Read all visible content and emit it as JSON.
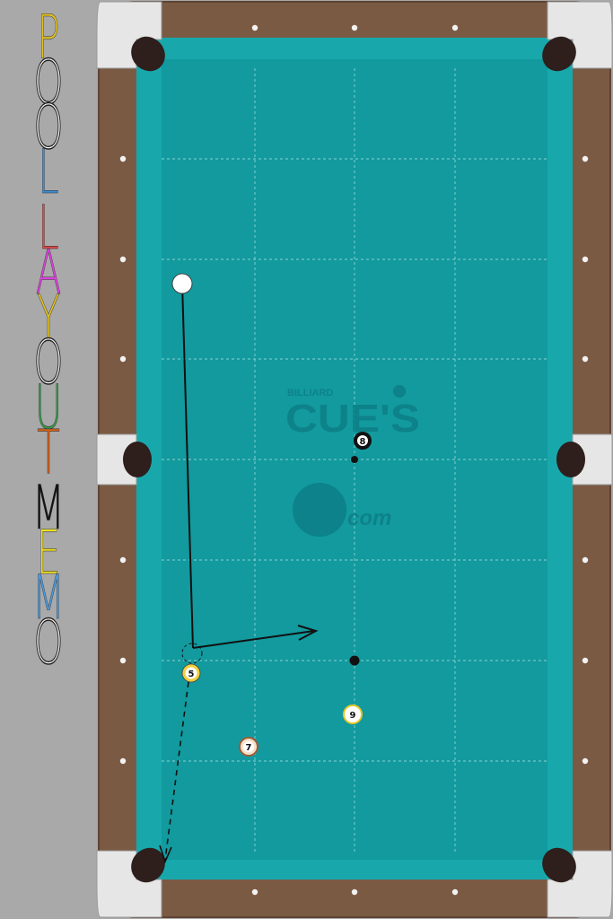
{
  "title": {
    "text": "POOLLAYOUTMEMO",
    "letters": [
      {
        "ch": "P",
        "color": "#e0c020"
      },
      {
        "ch": "O",
        "color": "#ffffff"
      },
      {
        "ch": "O",
        "color": "#ffffff"
      },
      {
        "ch": "L",
        "color": "#3a8fd8"
      },
      {
        "ch": "L",
        "color": "#e04848"
      },
      {
        "ch": "A",
        "color": "#e040e0"
      },
      {
        "ch": "Y",
        "color": "#e0c020"
      },
      {
        "ch": "O",
        "color": "#ffffff"
      },
      {
        "ch": "U",
        "color": "#3a9a4a"
      },
      {
        "ch": "T",
        "color": "#d0601a"
      },
      {
        "ch": "M",
        "color": "#111111"
      },
      {
        "ch": "E",
        "color": "#f0e020"
      },
      {
        "ch": "M",
        "color": "#4a9ae0"
      },
      {
        "ch": "O",
        "color": "#ffffff"
      }
    ]
  },
  "logo": {
    "small": "BILLIARD",
    "big": "CUE'S",
    "suffix": "com"
  },
  "balls": [
    {
      "id": "cue",
      "label": "",
      "kind": "cue"
    },
    {
      "id": "8",
      "label": "8",
      "kind": "eight"
    },
    {
      "id": "5",
      "label": "5",
      "kind": "object"
    },
    {
      "id": "9",
      "label": "9",
      "kind": "object"
    },
    {
      "id": "7",
      "label": "7",
      "kind": "object"
    }
  ],
  "colors": {
    "cloth": "#129a9e",
    "rail_cushion": "#18a8ac",
    "wood": "#7b5a44",
    "pocket": "#2e1e1c",
    "sidebar": "#a9a9a9"
  },
  "icons": [
    "pocket-icon",
    "diamond-marker-icon",
    "aim-arrow-icon"
  ]
}
